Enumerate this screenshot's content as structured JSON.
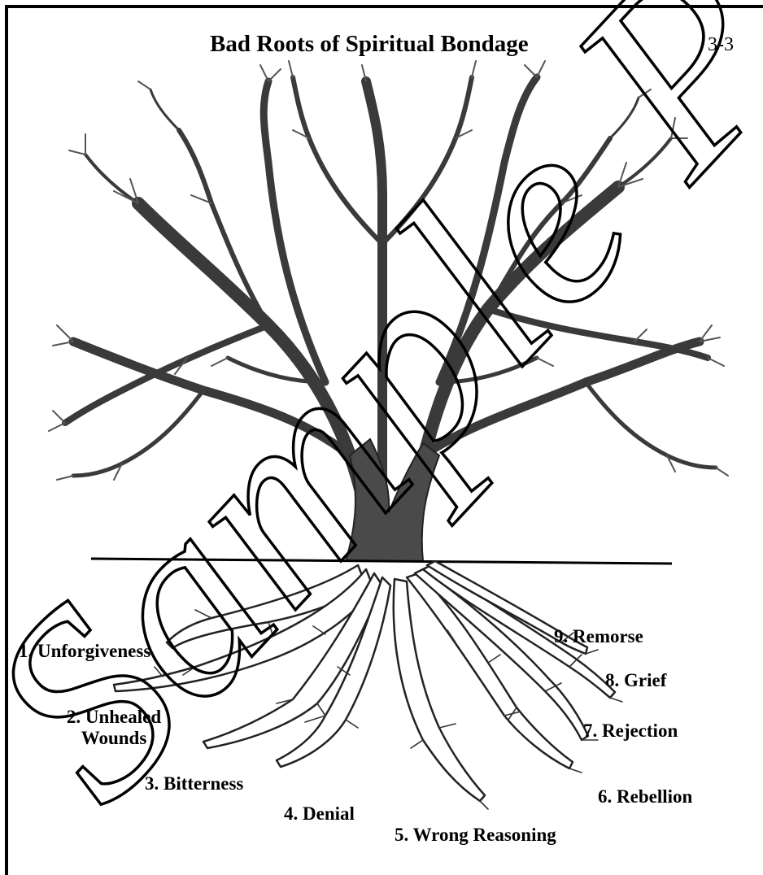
{
  "title": "Bad Roots of Spiritual Bondage",
  "page_number": "3-3",
  "watermark_text": "Sample P",
  "roots": [
    {
      "label": "1. Unforgiveness"
    },
    {
      "label": "2. Unhealed",
      "label_line2": "Wounds"
    },
    {
      "label": "3. Bitterness"
    },
    {
      "label": "4. Denial"
    },
    {
      "label": "5. Wrong Reasoning"
    },
    {
      "label": "6. Rebellion"
    },
    {
      "label": "7. Rejection"
    },
    {
      "label": "8. Grief"
    },
    {
      "label": "9. Remorse"
    }
  ],
  "colors": {
    "ink": "#000000",
    "trunk": "#4a4a4a",
    "branch": "#3a3a3a",
    "root_fill": "#ffffff"
  }
}
